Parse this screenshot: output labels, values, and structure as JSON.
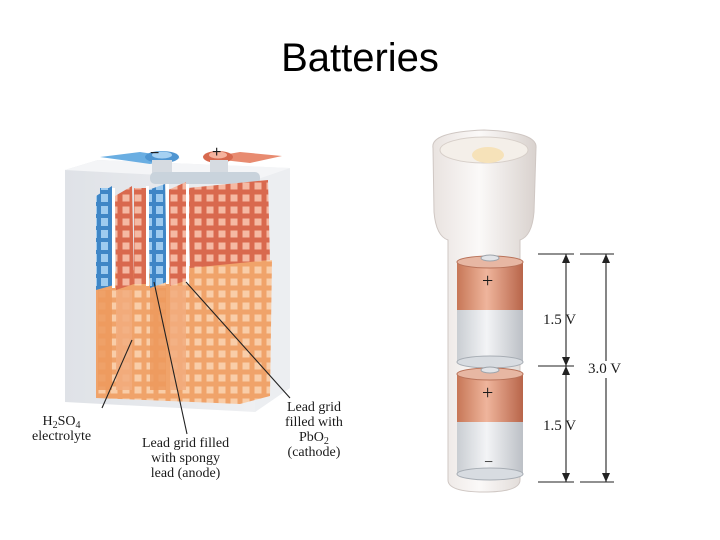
{
  "title": "Batteries",
  "lead_battery": {
    "minus_sign": "−",
    "plus_sign": "+",
    "electrolyte": {
      "formula_main": "H",
      "formula_sub1": "2",
      "formula_mid": "SO",
      "formula_sub2": "4",
      "text": "electrolyte"
    },
    "anode": {
      "line1": "Lead grid filled",
      "line2": "with spongy",
      "line3": "lead (anode)"
    },
    "cathode": {
      "line1": "Lead grid",
      "line2": "filled with",
      "line3_main": "PbO",
      "line3_sub": "2",
      "line4": "(cathode)"
    }
  },
  "flashlight": {
    "cell_top_plus": "+",
    "cell_bottom_plus": "+",
    "cell_bottom_minus": "−",
    "cell_top_voltage": "1.5 V",
    "cell_bottom_voltage": "1.5 V",
    "total_voltage": "3.0 V"
  },
  "colors": {
    "anode_blue": "#5b9fd8",
    "cathode_copper": "#e07a5f",
    "electrolyte_orange": "#f6b07a",
    "cell_copper": "#d98c6e",
    "case_gray": "#e4e6ea"
  }
}
